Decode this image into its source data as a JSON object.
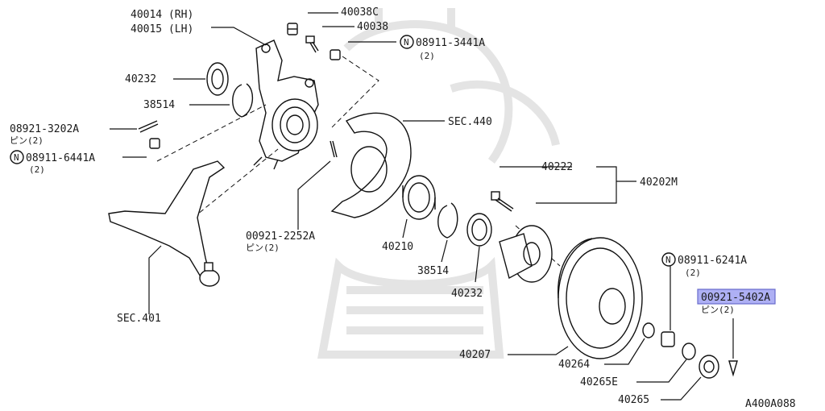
{
  "diagram_id": "A400A088",
  "labels": {
    "knuckle_rh": "40014 (RH)",
    "knuckle_lh": "40015 (LH)",
    "nut_40038c": "40038C",
    "bolt_40038": "40038",
    "nut_n_08911_3441a": "08911-3441A",
    "nut_n_08911_3441a_qty": "(2)",
    "seal_40232_top": "40232",
    "snap_ring_38514_top": "38514",
    "pin_08921_3202a": "08921-3202A",
    "pin_08921_3202a_sub": "ピン(2)",
    "nut_n_08911_6441a": "08911-6441A",
    "nut_n_08911_6441a_qty": "(2)",
    "baffle_sec440": "SEC.440",
    "stud_40222": "40222",
    "hub_assy_40202m": "40202M",
    "pin_00921_2252a": "00921-2252A",
    "pin_00921_2252a_sub": "ピン(2)",
    "bearing_40210": "40210",
    "snap_ring_38514_mid": "38514",
    "seal_40232_mid": "40232",
    "arm_sec401": "SEC.401",
    "nut_n_08911_6241a": "08911-6241A",
    "nut_n_08911_6241a_qty": "(2)",
    "pin_00921_5402a": "00921-5402A",
    "pin_00921_5402a_sub": "ピン(2)",
    "rotor_40207": "40207",
    "washer_40264": "40264",
    "washer_40265e": "40265E",
    "cap_40265": "40265"
  },
  "n_marker": "N",
  "highlight_color": "#8c8ff0"
}
